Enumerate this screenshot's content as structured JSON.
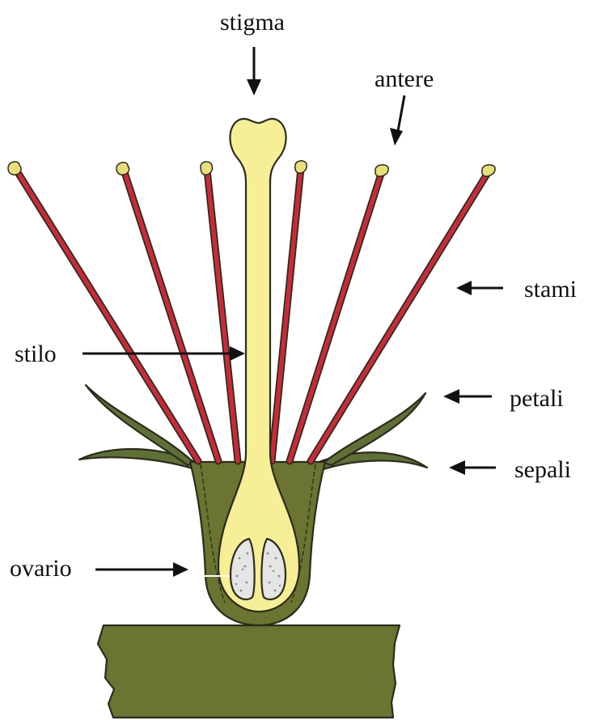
{
  "labels": {
    "stigma": "stigma",
    "antere": "antere",
    "stami": "stami",
    "stilo": "stilo",
    "petali": "petali",
    "sepali": "sepali",
    "ovario": "ovario"
  },
  "colors": {
    "receptacle": "#6b7430",
    "stem": "#6b7430",
    "petal": "#5f7035",
    "pistil": "#f7ef96",
    "stamen_filament": "#c92a3a",
    "anther": "#e8df78",
    "ovule_fill": "#e5e5e5",
    "text": "#111111"
  }
}
